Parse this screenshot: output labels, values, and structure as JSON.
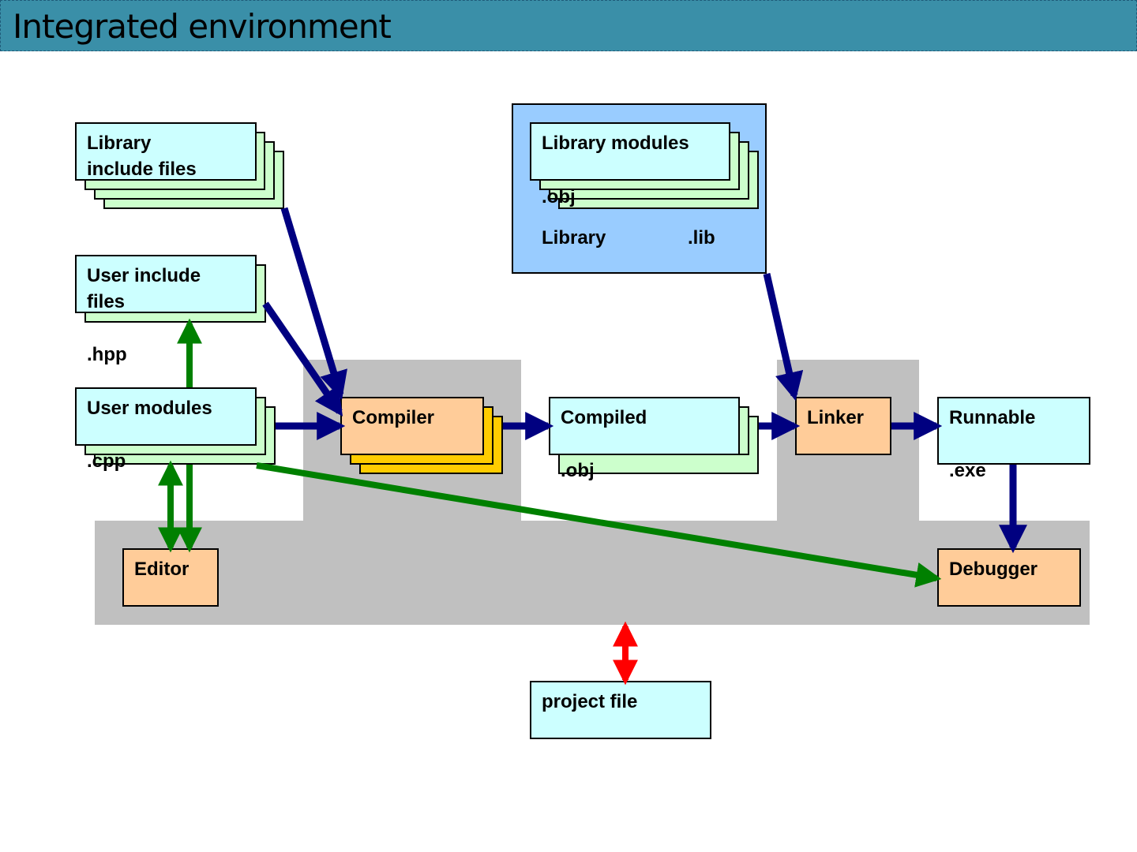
{
  "title": "Integrated environment",
  "colors": {
    "title_bg": "#3a8fa8",
    "file_box": "#ccffff",
    "file_stack": "#ccffcc",
    "tool_box": "#ffcc99",
    "compiler_stack": "#ffcc00",
    "library_panel": "#99ccff",
    "ide_region": "#c0c0c0",
    "build_arrow": "#000080",
    "edit_arrow": "#008000",
    "project_arrow": "#ff0000"
  },
  "nodes": {
    "library_include_files": "Library include files",
    "library_modules": "Library modules",
    "library_modules_ext": ".obj",
    "library": "Library",
    "library_ext": ".lib",
    "user_include_files": "User include files",
    "user_include_ext": ".hpp",
    "user_modules": "User modules",
    "user_modules_ext": ".cpp",
    "compiler": "Compiler",
    "compiled": "Compiled",
    "compiled_ext": ".obj",
    "linker": "Linker",
    "runnable": "Runnable",
    "runnable_ext": ".exe",
    "editor": "Editor",
    "debugger": "Debugger",
    "project_file": "project file"
  },
  "edges": [
    {
      "from": "library_include_files",
      "to": "compiler",
      "type": "build"
    },
    {
      "from": "user_include_files",
      "to": "compiler",
      "type": "build"
    },
    {
      "from": "user_modules",
      "to": "compiler",
      "type": "build"
    },
    {
      "from": "compiler",
      "to": "compiled",
      "type": "build"
    },
    {
      "from": "compiled",
      "to": "linker",
      "type": "build"
    },
    {
      "from": "library",
      "to": "linker",
      "type": "build"
    },
    {
      "from": "linker",
      "to": "runnable",
      "type": "build"
    },
    {
      "from": "runnable",
      "to": "debugger",
      "type": "build"
    },
    {
      "from": "user_modules",
      "to": "user_include_files",
      "type": "edit"
    },
    {
      "from": "editor",
      "to": "user_modules",
      "type": "edit"
    },
    {
      "from": "user_modules",
      "to": "editor",
      "type": "edit"
    },
    {
      "from": "user_modules",
      "to": "debugger",
      "type": "edit"
    },
    {
      "from": "ide_region",
      "to": "project_file",
      "type": "bidirectional"
    }
  ]
}
